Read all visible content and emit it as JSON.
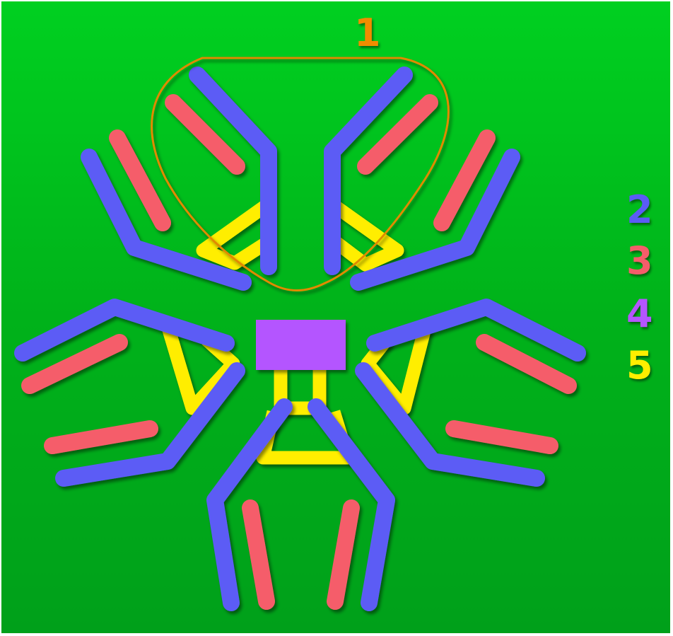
{
  "colors": {
    "background": "#00b81c",
    "region_outline": "#e08a00",
    "heavy_chain": "#5b5bf5",
    "light_chain": "#f55d6a",
    "j_chain": "#b455ff",
    "disulfide_bond": "#ffee00"
  },
  "region_label": {
    "number": "1",
    "color": "#f08c00"
  },
  "legend": [
    {
      "number": "2",
      "color": "#5b5bf5",
      "icon": "heavy-chain"
    },
    {
      "number": "3",
      "color": "#f55d6a",
      "icon": "light-chain"
    },
    {
      "number": "4",
      "color": "#b455ff",
      "icon": "j-chain"
    },
    {
      "number": "5",
      "color": "#ffee00",
      "icon": "disulfide-bond"
    }
  ]
}
